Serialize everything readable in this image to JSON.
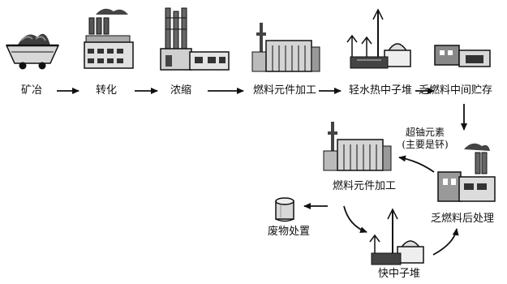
{
  "stages": {
    "mining": "矿冶",
    "conversion": "转化",
    "enrichment": "浓缩",
    "fuel_fab_1": "燃料元件加工",
    "lwr": "轻水热中子堆",
    "spent_storage": "乏燃料中间贮存",
    "reprocessing": "乏燃料后处理",
    "fuel_fab_2": "燃料元件加工",
    "fast_reactor": "快中子堆",
    "waste_disposal": "废物处置"
  },
  "annotation": {
    "line1": "超铀元素",
    "line2": "(主要是钚)"
  }
}
